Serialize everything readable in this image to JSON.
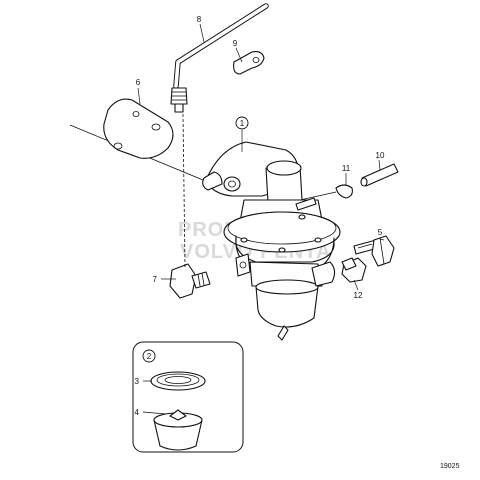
{
  "callouts": {
    "c1": "1",
    "c2": "2",
    "c3": "3",
    "c4": "4",
    "c5": "5",
    "c6": "6",
    "c7": "7",
    "c8": "8",
    "c9": "9",
    "c10": "10",
    "c11": "11",
    "c12": "12"
  },
  "figure_number": "19025",
  "watermark": {
    "line1": "PROPERTY OF",
    "line2": "VOLVO PENTA"
  }
}
